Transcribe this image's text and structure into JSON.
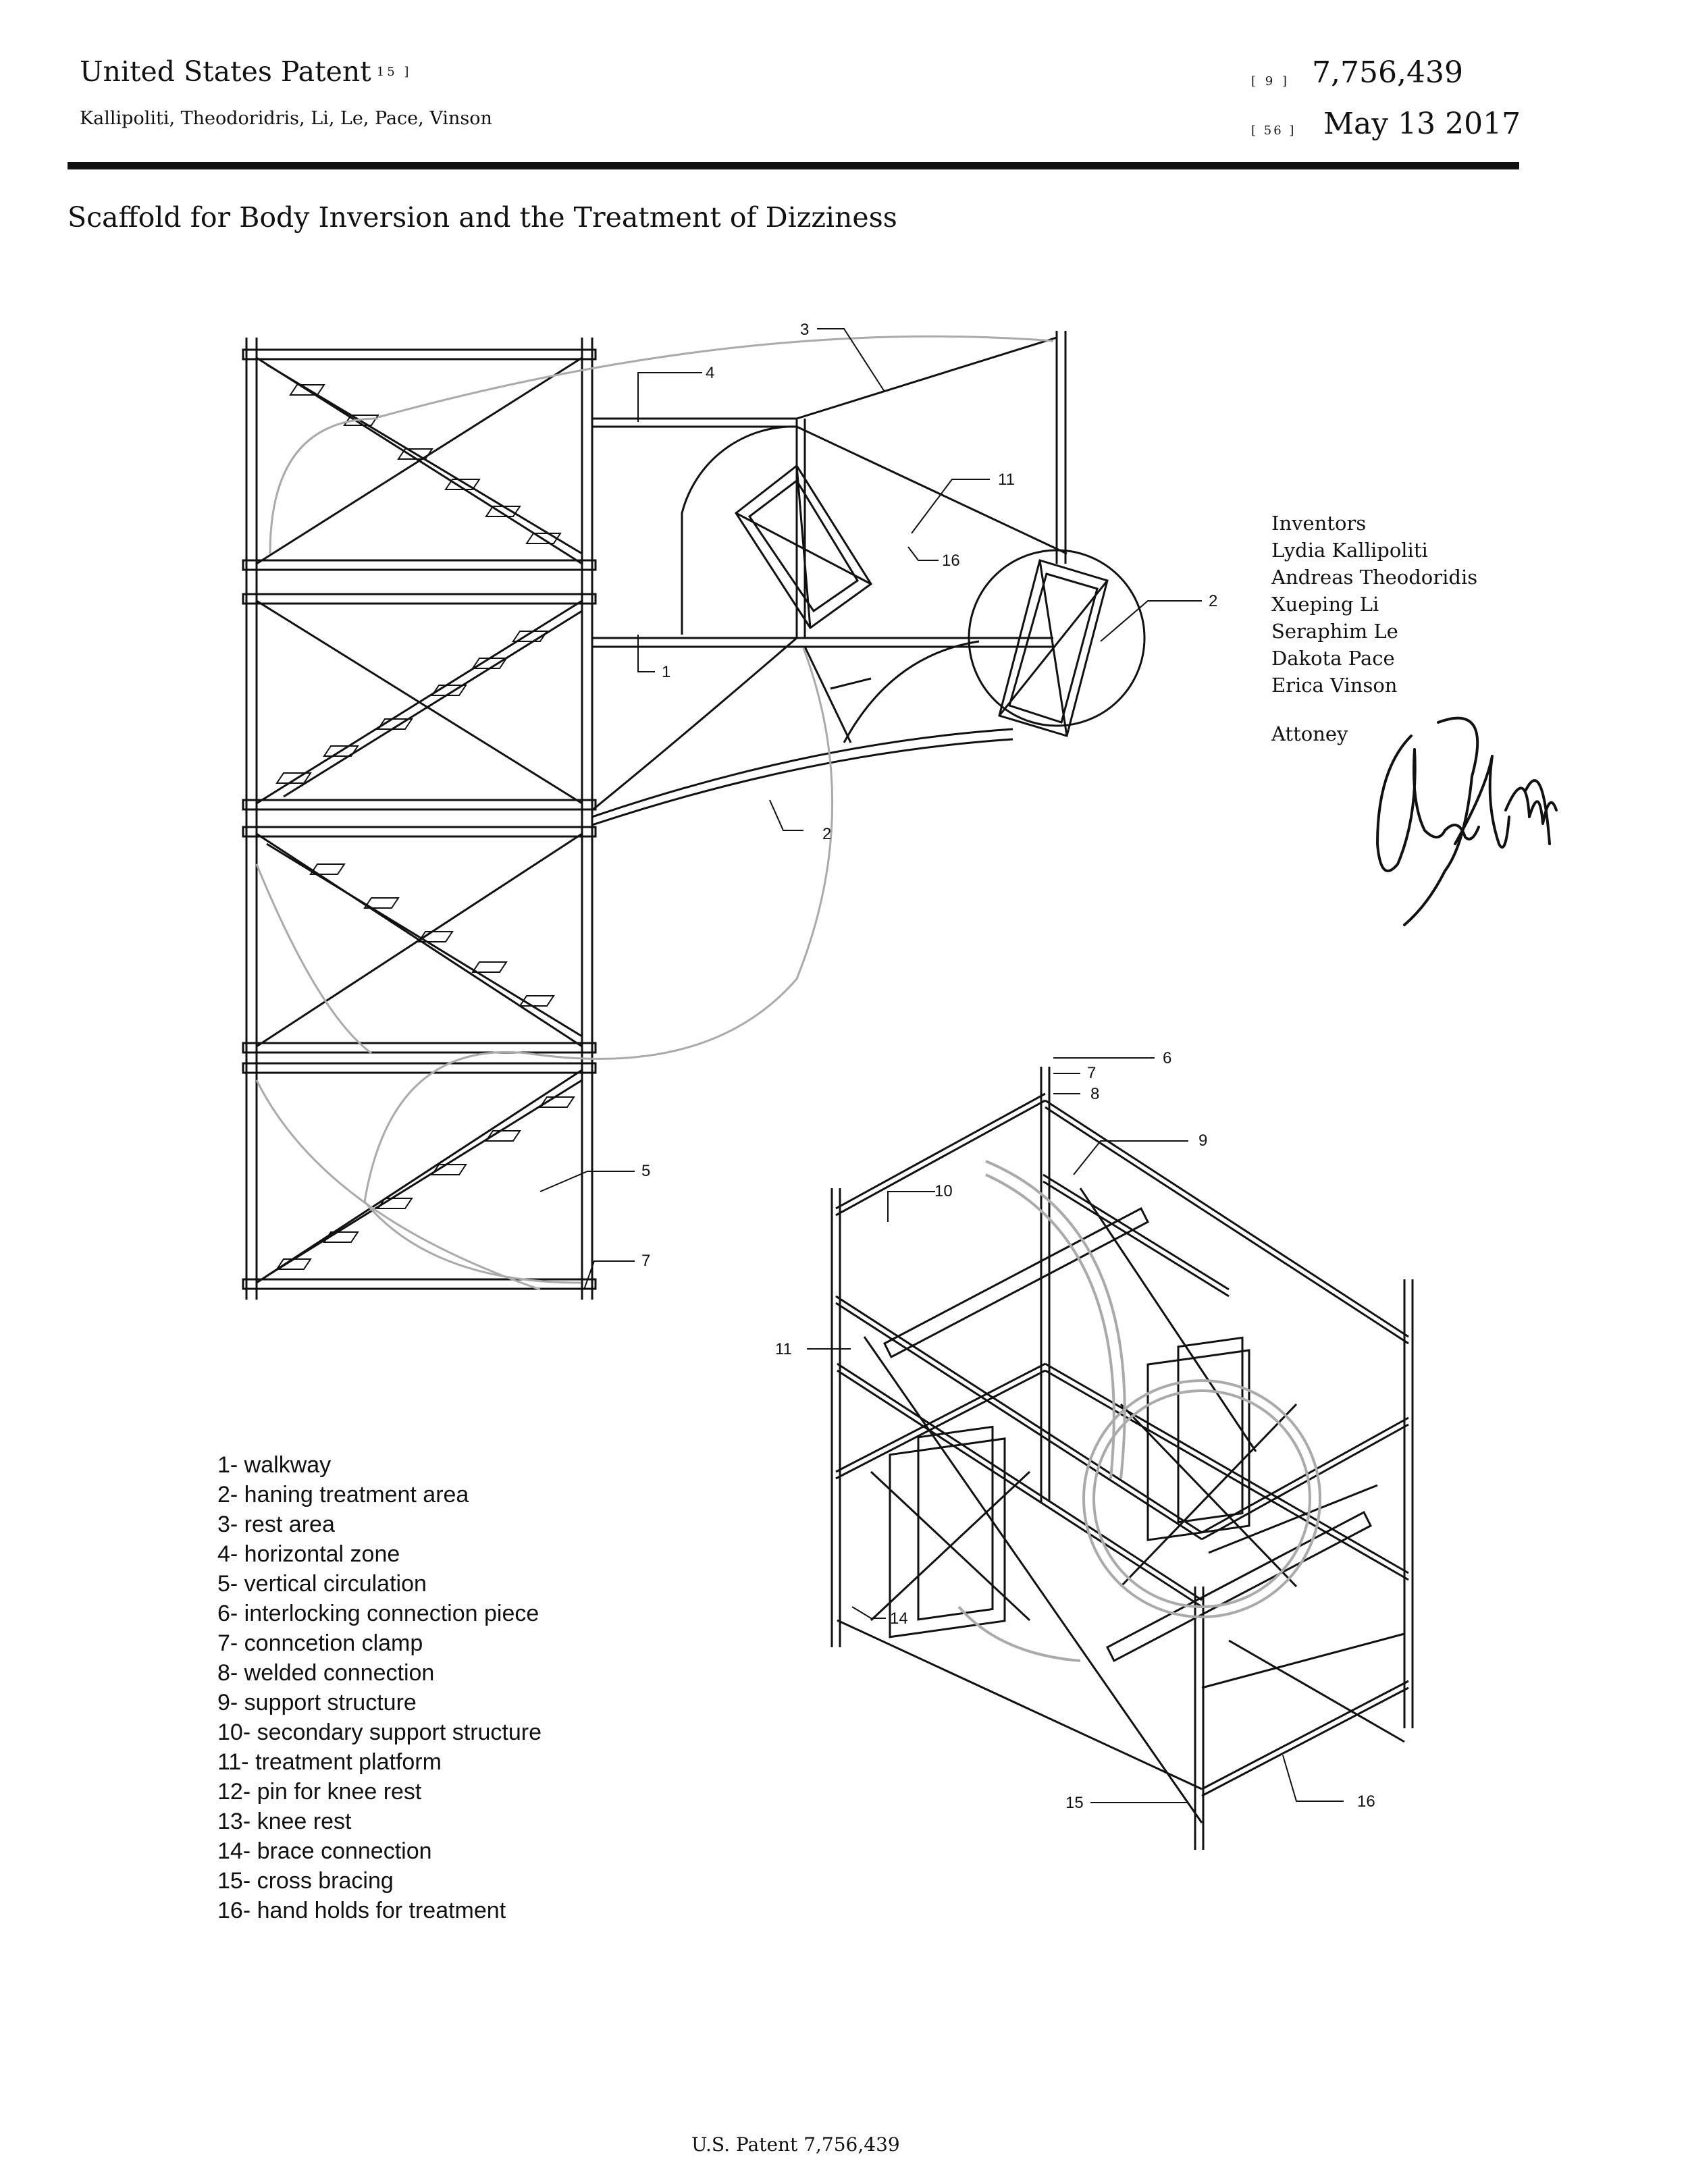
{
  "header": {
    "title": "United States Patent",
    "code_15": "[ 15 ]",
    "authors": "Kallipoliti, Theodoridris, Li, Le, Pace, Vinson",
    "code_9": "[ 9 ]",
    "patent_number": "7,756,439",
    "code_56": "[ 56 ]",
    "date": "May 13 2017"
  },
  "invention_title": "Scaffold for Body Inversion and the Treatment of Dizziness",
  "inventors": {
    "heading": "Inventors",
    "names": [
      "Lydia Kallipoliti",
      "Andreas Theodoridis",
      "Xueping Li",
      "Seraphim Le",
      "Dakota Pace",
      "Erica Vinson"
    ]
  },
  "attorney": {
    "label": "Attoney"
  },
  "plan_callouts": {
    "c1": "1",
    "c2a": "2",
    "c2b": "2",
    "c3": "3",
    "c4": "4",
    "c5": "5",
    "c7": "7",
    "c11": "11",
    "c16": "16"
  },
  "iso_callouts": {
    "c6": "6",
    "c7": "7",
    "c8": "8",
    "c9": "9",
    "c10": "10",
    "c11": "11",
    "c14": "14",
    "c15": "15",
    "c16": "16"
  },
  "legend": [
    "1- walkway",
    "2- haning treatment area",
    "3- rest area",
    "4- horizontal zone",
    "5- vertical circulation",
    "6- interlocking connection piece",
    "7- conncetion clamp",
    "8- welded connection",
    "9- support structure",
    "10-  secondary support structure",
    "11- treatment platform",
    "12- pin for knee rest",
    "13- knee rest",
    "14- brace connection",
    "15- cross bracing",
    "16- hand holds for treatment"
  ],
  "footer": "U.S. Patent 7,756,439"
}
